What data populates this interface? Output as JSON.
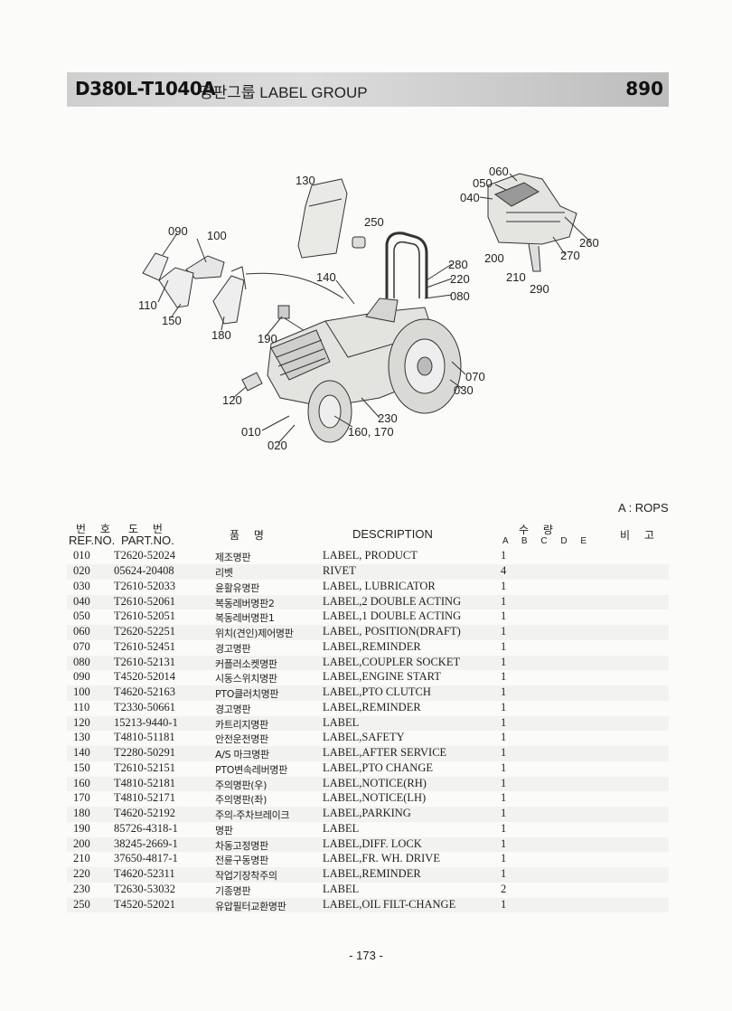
{
  "header": {
    "model": "D380L-T1040A",
    "group_title": "명판그룹 LABEL GROUP",
    "page_code": "890"
  },
  "diagram": {
    "callouts": [
      "130",
      "060",
      "050",
      "040",
      "250",
      "090",
      "100",
      "260",
      "200",
      "270",
      "210",
      "290",
      "280",
      "220",
      "080",
      "140",
      "110",
      "150",
      "180",
      "190",
      "070",
      "030",
      "120",
      "230",
      "010",
      "160, 170",
      "020"
    ]
  },
  "legend": {
    "rops": "A : ROPS"
  },
  "table": {
    "headers": {
      "ref_ko": "번 호",
      "ref_en": "REF.NO.",
      "part_ko": "도 번",
      "part_en": "PART.NO.",
      "name_ko": "품 명",
      "description": "DESCRIPTION",
      "qty_ko": "수 량",
      "qty_cols": "A B C D E",
      "remark_ko": "비 고"
    },
    "rows": [
      {
        "ref": "010",
        "part": "T2620-52024",
        "name": "제조명판",
        "desc": "LABEL, PRODUCT",
        "qty": "1"
      },
      {
        "ref": "020",
        "part": "05624-20408",
        "name": "리벳",
        "desc": "RIVET",
        "qty": "4"
      },
      {
        "ref": "030",
        "part": "T2610-52033",
        "name": "윤활유명판",
        "desc": "LABEL, LUBRICATOR",
        "qty": "1"
      },
      {
        "ref": "040",
        "part": "T2610-52061",
        "name": "복동레버명판2",
        "desc": "LABEL,2 DOUBLE ACTING",
        "qty": "1"
      },
      {
        "ref": "050",
        "part": "T2610-52051",
        "name": "복동레버명판1",
        "desc": "LABEL,1 DOUBLE ACTING",
        "qty": "1"
      },
      {
        "ref": "060",
        "part": "T2620-52251",
        "name": "위치(견인)제어명판",
        "desc": "LABEL, POSITION(DRAFT)",
        "qty": "1"
      },
      {
        "ref": "070",
        "part": "T2610-52451",
        "name": "경고명판",
        "desc": "LABEL,REMINDER",
        "qty": "1"
      },
      {
        "ref": "080",
        "part": "T2610-52131",
        "name": "커플러소켓명판",
        "desc": "LABEL,COUPLER SOCKET",
        "qty": "1"
      },
      {
        "ref": "090",
        "part": "T4520-52014",
        "name": "시동스위치명판",
        "desc": "LABEL,ENGINE START",
        "qty": "1"
      },
      {
        "ref": "100",
        "part": "T4620-52163",
        "name": "PTO클러치명판",
        "desc": "LABEL,PTO CLUTCH",
        "qty": "1"
      },
      {
        "ref": "110",
        "part": "T2330-50661",
        "name": "경고명판",
        "desc": "LABEL,REMINDER",
        "qty": "1"
      },
      {
        "ref": "120",
        "part": "15213-9440-1",
        "name": "카트리지명판",
        "desc": "LABEL",
        "qty": "1"
      },
      {
        "ref": "130",
        "part": "T4810-51181",
        "name": "안전운전명판",
        "desc": "LABEL,SAFETY",
        "qty": "1"
      },
      {
        "ref": "140",
        "part": "T2280-50291",
        "name": "A/S 마크명판",
        "desc": "LABEL,AFTER SERVICE",
        "qty": "1"
      },
      {
        "ref": "150",
        "part": "T2610-52151",
        "name": "PTO변속레버명판",
        "desc": "LABEL,PTO CHANGE",
        "qty": "1"
      },
      {
        "ref": "160",
        "part": "T4810-52181",
        "name": "주의명판(우)",
        "desc": "LABEL,NOTICE(RH)",
        "qty": "1"
      },
      {
        "ref": "170",
        "part": "T4810-52171",
        "name": "주의명판(좌)",
        "desc": "LABEL,NOTICE(LH)",
        "qty": "1"
      },
      {
        "ref": "180",
        "part": "T4620-52192",
        "name": "주의-주차브레이크",
        "desc": "LABEL,PARKING",
        "qty": "1"
      },
      {
        "ref": "190",
        "part": "85726-4318-1",
        "name": "명판",
        "desc": "LABEL",
        "qty": "1"
      },
      {
        "ref": "200",
        "part": "38245-2669-1",
        "name": "차동고정명판",
        "desc": "LABEL,DIFF. LOCK",
        "qty": "1"
      },
      {
        "ref": "210",
        "part": "37650-4817-1",
        "name": "전륜구동명판",
        "desc": "LABEL,FR. WH. DRIVE",
        "qty": "1"
      },
      {
        "ref": "220",
        "part": "T4620-52311",
        "name": "작업기장착주의",
        "desc": "LABEL,REMINDER",
        "qty": "1"
      },
      {
        "ref": "230",
        "part": "T2630-53032",
        "name": "기종명판",
        "desc": "LABEL",
        "qty": "2"
      },
      {
        "ref": "250",
        "part": "T4520-52021",
        "name": "유압필터교환명판",
        "desc": "LABEL,OIL FILT-CHANGE",
        "qty": "1"
      }
    ]
  },
  "footer": {
    "page_number": "- 173 -"
  }
}
